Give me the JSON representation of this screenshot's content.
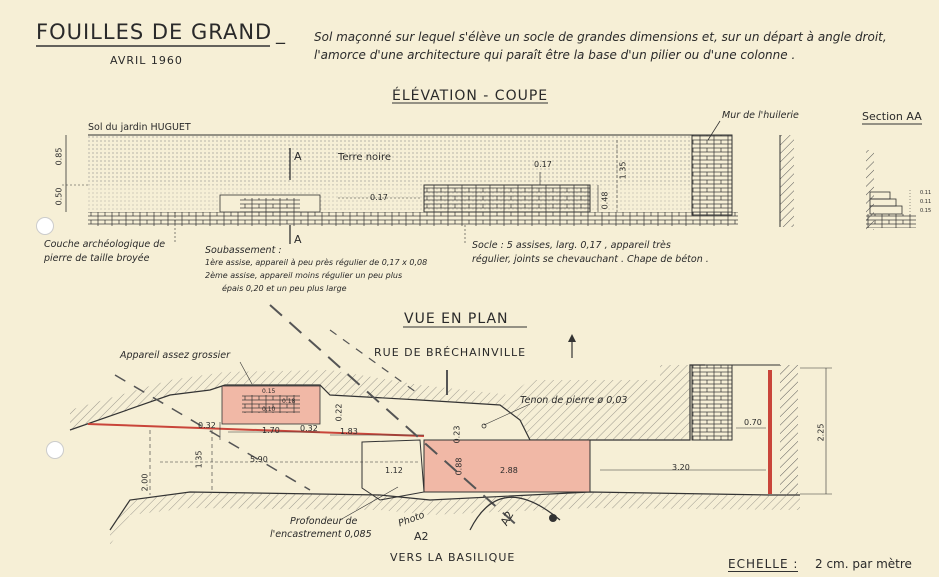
{
  "header": {
    "title": "FOUILLES DE GRAND",
    "title_dash": "_",
    "date": "AVRIL 1960",
    "description": "Sol maçonné sur lequel s'élève un socle de grandes dimensions et, sur un départ à angle droit, l'amorce d'une architecture qui paraît être la base d'un pilier ou d'une colonne ."
  },
  "elevation": {
    "heading": "ÉLÉVATION - COUPE",
    "garden_label": "Sol du jardin HUGUET",
    "black_earth": "Terre noire",
    "wall_label": "Mur de l'huilerie",
    "section_marker": "A",
    "dims": {
      "d085": "0.85",
      "d050": "0.50",
      "d017a": "0.17",
      "d017b": "0.17",
      "d135": "1.35",
      "d048": "0.48"
    },
    "layer_note": "Couche archéologique de pierre de taille broyée",
    "soubassement_title": "Soubassement :",
    "soubassement_line1": "1ère assise, appareil à peu près régulier de 0,17 x 0,08",
    "soubassement_line2": "2ème assise, appareil moins régulier un peu plus",
    "soubassement_line3": "épais 0,20 et un peu plus large",
    "socle_line1": "Socle : 5 assises, larg. 0,17 , appareil très",
    "socle_line2": "régulier, joints se chevauchant . Chape de béton ."
  },
  "section_aa": {
    "heading": "Section AA",
    "dims": [
      "0.11",
      "0.11",
      "0.15"
    ]
  },
  "plan": {
    "heading": "VUE EN PLAN",
    "street": "RUE DE BRÉCHAINVILLE",
    "coarse_label": "Appareil assez grossier",
    "tenon_label": "Tenon de pierre ø 0,03",
    "depth_label_1": "Profondeur de",
    "depth_label_2": "l'encastrement 0,085",
    "toward": "VERS LA BASILIQUE",
    "photo_label": "Photo",
    "section_a2": "A2",
    "dims": {
      "d032a": "0.32",
      "d170": "1.70",
      "d032b": "0.32",
      "d183": "1.83",
      "d590": "5.90",
      "d135": "1.35",
      "d200": "2.00",
      "d022": "0.22",
      "d023": "0.23",
      "d112": "1.12",
      "d088": "0.88",
      "d288": "2.88",
      "d320": "3.20",
      "d070": "0.70",
      "d225": "2.25",
      "d015": "0.15",
      "d010": "0.10",
      "d018": "0.18"
    }
  },
  "scale": {
    "label": "ECHELLE :",
    "value": "2 cm. par mètre"
  },
  "colors": {
    "paper": "#f6efd6",
    "ink": "#2a2a2a",
    "socle_fill": "#f1b8a6",
    "red_line": "#c9453a"
  }
}
